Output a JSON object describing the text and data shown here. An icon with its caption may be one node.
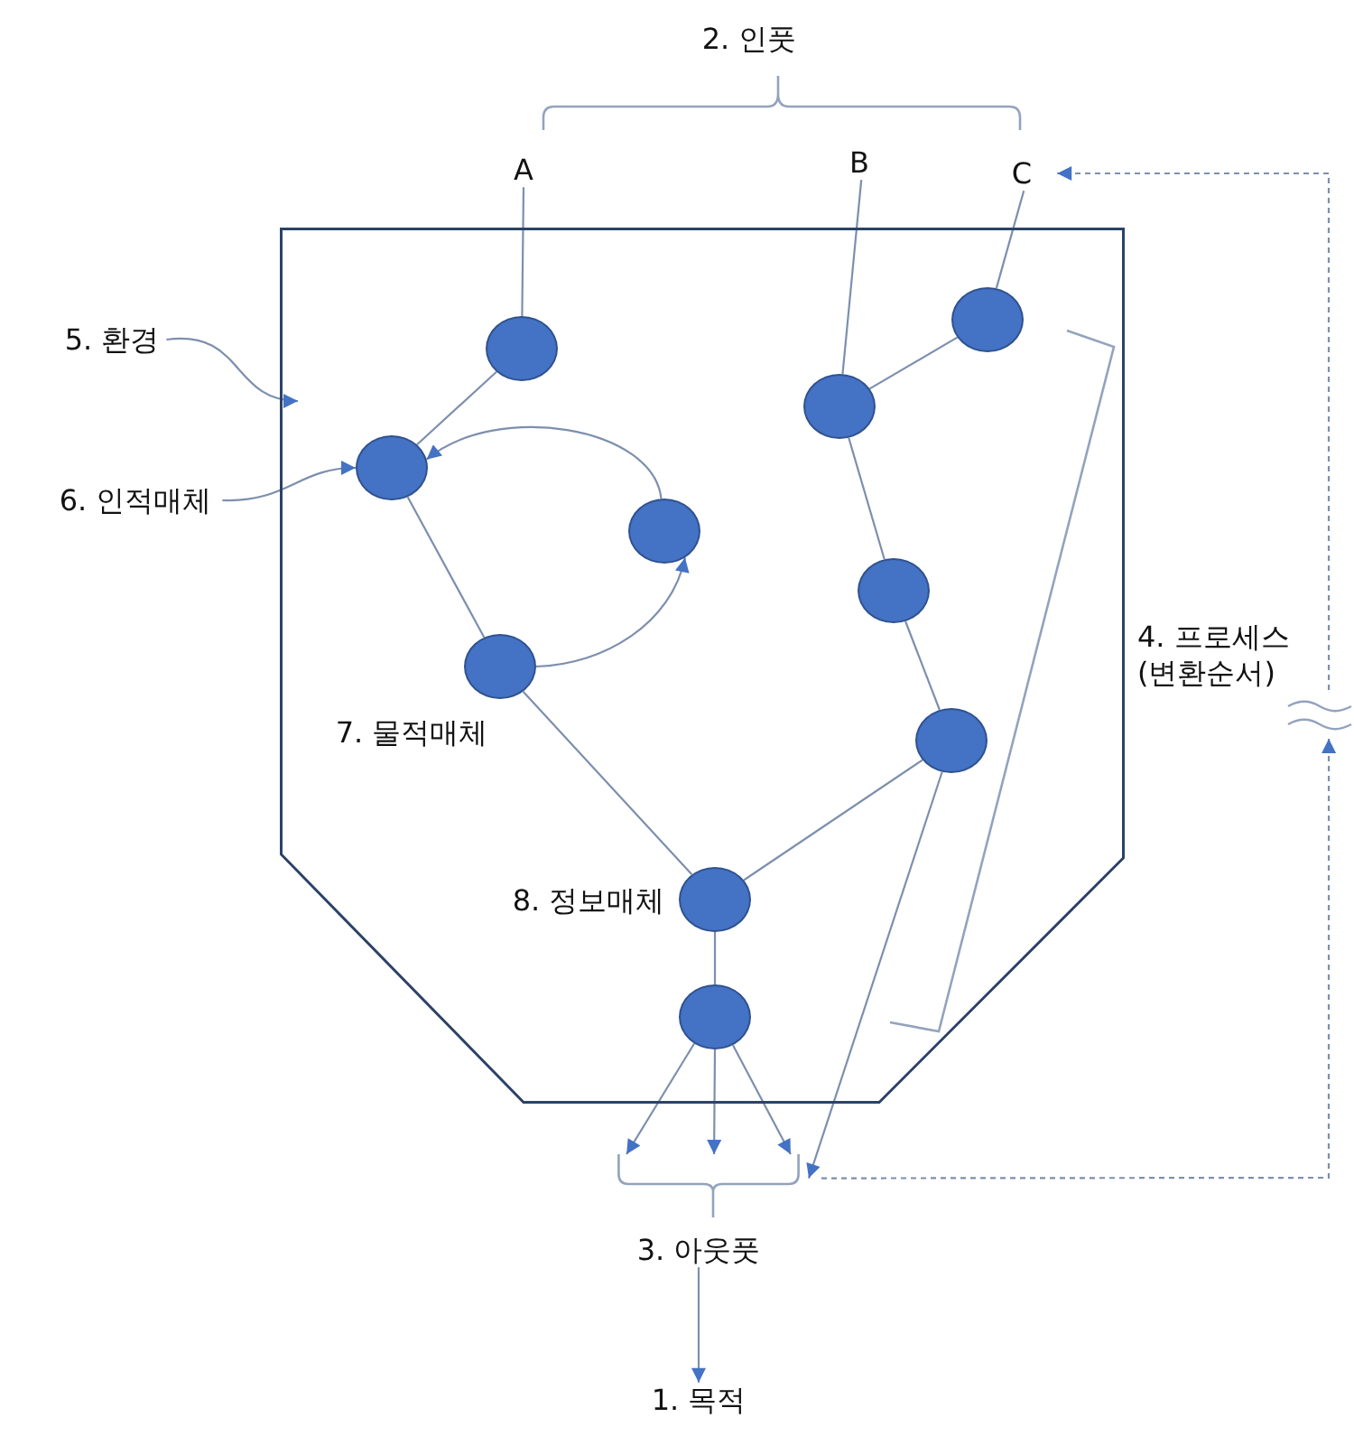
{
  "diagram": {
    "nodes": [
      {
        "text": [
          "A"
        ]
      },
      {
        "text": [
          "B"
        ]
      },
      {
        "text": [
          "C"
        ]
      },
      {
        "text": [
          "5. 환경"
        ]
      },
      {
        "text": [
          "6. 인적매체"
        ]
      },
      {
        "text": [],
        "shape": "hexagon"
      },
      {
        "text": [],
        "shape": "circle",
        "in": 5
      },
      {
        "text": [],
        "shape": "circle",
        "in": 5
      },
      {
        "text": [],
        "shape": "circle",
        "in": 5
      },
      {
        "text": [],
        "shape": "circle",
        "in": 5
      },
      {
        "text": [],
        "shape": "circle",
        "in": 5
      },
      {
        "text": [],
        "shape": "circle",
        "in": 5
      },
      {
        "text": [],
        "shape": "circle",
        "in": 5,
        "beside": [
          "7. 물적매체"
        ]
      },
      {
        "text": [],
        "shape": "circle",
        "in": 5
      },
      {
        "text": [],
        "shape": "circle",
        "in": 5,
        "beside": [
          "8. 정보매체"
        ]
      },
      {
        "text": [],
        "shape": "circle",
        "in": 5
      },
      {
        "text": [],
        "shape": "bracket"
      },
      {
        "text": [
          "3. 아웃풋"
        ]
      },
      {
        "text": [
          "1. 목적"
        ]
      },
      {
        "text": [],
        "shape": "wave"
      }
    ],
    "edges": [
      {
        "from": 0,
        "to": 6,
        "arrow": "none"
      },
      {
        "from": 1,
        "to": 8,
        "arrow": "none"
      },
      {
        "from": 2,
        "to": 7,
        "arrow": "none"
      },
      {
        "from": 6,
        "to": 9,
        "arrow": "none"
      },
      {
        "from": 9,
        "to": 12,
        "arrow": "none"
      },
      {
        "from": 12,
        "to": 10,
        "arrow": "to"
      },
      {
        "from": 10,
        "to": 9,
        "arrow": "to"
      },
      {
        "from": 12,
        "to": 14,
        "arrow": "none"
      },
      {
        "from": 8,
        "to": 7,
        "arrow": "none"
      },
      {
        "from": 8,
        "to": 11,
        "arrow": "none"
      },
      {
        "from": 11,
        "to": 13,
        "arrow": "none"
      },
      {
        "from": 13,
        "to": 14,
        "arrow": "none"
      },
      {
        "from": 14,
        "to": 15,
        "arrow": "none"
      },
      {
        "from": 15,
        "to": 16,
        "arrow": "to"
      },
      {
        "from": 15,
        "to": 16,
        "arrow": "to"
      },
      {
        "from": 15,
        "to": 16,
        "arrow": "to"
      },
      {
        "from": 13,
        "to": 16,
        "arrow": "to"
      },
      {
        "from": 17,
        "to": 18,
        "arrow": "to"
      },
      {
        "from": 16,
        "to": 19,
        "arrow": "to",
        "style": "dashed"
      },
      {
        "from": 19,
        "to": 2,
        "arrow": "to",
        "style": "dashed"
      },
      {
        "from": 3,
        "to": 5,
        "arrow": "to"
      },
      {
        "from": 4,
        "to": 9,
        "arrow": "to"
      }
    ],
    "labels": [
      "2. 인풋",
      "4. 프로세스 (변환순서)"
    ]
  }
}
